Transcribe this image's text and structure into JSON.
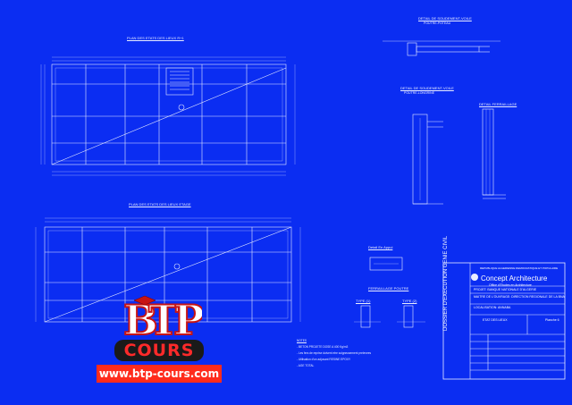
{
  "plans": {
    "upper_title": "PLAN DES ETATS DES LIEUX R+1",
    "lower_title": "PLAN DES ETATS DES LIEUX ETAGE"
  },
  "details": {
    "detail1_title": "DETAIL DE SOUDEMENT-VOILE",
    "detail1_sub": "POUTRE-POTEAU",
    "detail2_title": "DETAIL DE SOUDEMENT-VOILE",
    "detail2_sub": "POUTRE-LONGRINE",
    "detail3_title": "DETAIL FERRAILLAGE",
    "detail4_title": "Detail En Appui",
    "detail5_title": "FERRAILLAGE POUTRE",
    "detail6_title": "TYPE (1)",
    "detail7_title": "TYPE (2)"
  },
  "title_block": {
    "company": "REPUBLIQUE ALGERIENNE DEMOCRATIQUE ET POPULAIRE",
    "firm": "Concept Architecture",
    "firm_sub": "Office d'Etudes en Architecture",
    "project": "PROJET: BANQUE NATIONALE D'ALGERIE",
    "ouvrage": "MAITRE DE L'OUVRAGE: DIRECTION REGIONALE DE LA BNA",
    "location": "LOCALISATION: ANNABA",
    "sheet": "ETAT DES LIEUX",
    "ref": "Planche 6",
    "vertical": "DOSSIER D'EXECUTION GENIE CIVIL"
  },
  "notes": {
    "heading": "NOTES",
    "line1": "- BETON PROJETE DOSE A 400 Kg/m3",
    "line2": "- Les fers de reprise doivent etre soigneusement prelevees",
    "line3": "- Utilisation d'un adjuvant RESINE EPOXY",
    "line4": "- AGE TOTAL"
  },
  "logo": {
    "letters": "BTP",
    "cours": "COURS",
    "url": "www.btp-cours.com"
  },
  "colors": {
    "background": "#0b2df2",
    "lines": "#e8ecff",
    "accent_red": "#ff2b1c"
  }
}
